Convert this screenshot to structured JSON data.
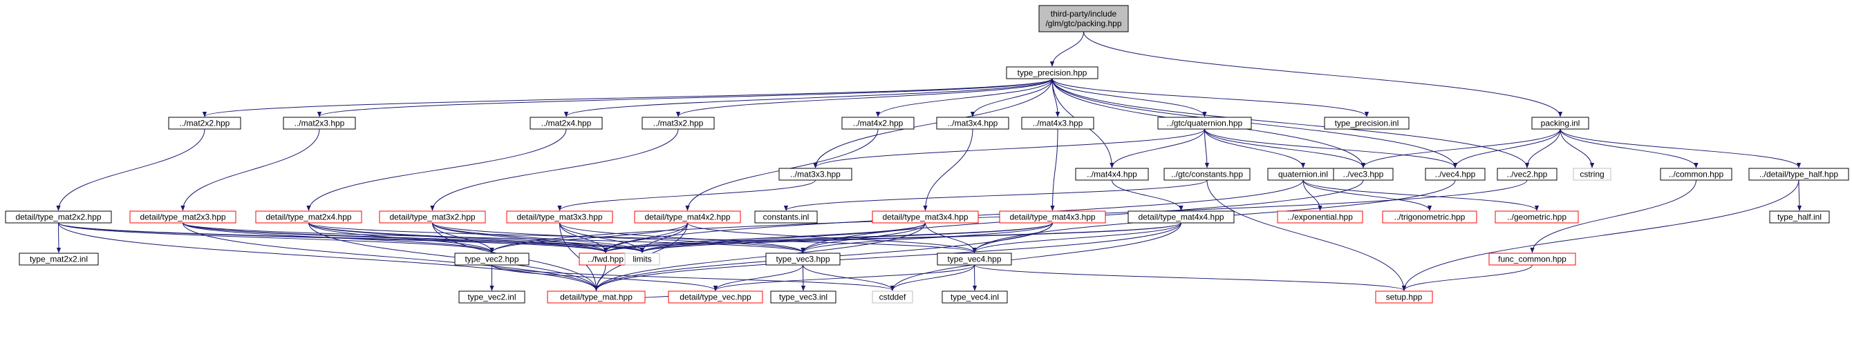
{
  "title": "third-party/include/glm/gtc/packing.hpp",
  "colors": {
    "edge": "#191970",
    "node_border": "#000000",
    "missing_border": "#ff0000",
    "system_border": "#bfbfbf",
    "root_fill": "#bfbfbf"
  },
  "nodes": [
    {
      "id": "root",
      "lines": [
        "third-party/include",
        "/glm/gtc/packing.hpp"
      ],
      "kind": "root"
    },
    {
      "id": "type_precision",
      "lines": [
        "type_precision.hpp"
      ],
      "kind": "normal"
    },
    {
      "id": "packing_inl",
      "lines": [
        "packing.inl"
      ],
      "kind": "normal"
    },
    {
      "id": "mat2x2",
      "lines": [
        "../mat2x2.hpp"
      ],
      "kind": "normal"
    },
    {
      "id": "mat2x3",
      "lines": [
        "../mat2x3.hpp"
      ],
      "kind": "normal"
    },
    {
      "id": "mat2x4",
      "lines": [
        "../mat2x4.hpp"
      ],
      "kind": "normal"
    },
    {
      "id": "mat3x2",
      "lines": [
        "../mat3x2.hpp"
      ],
      "kind": "normal"
    },
    {
      "id": "mat4x2",
      "lines": [
        "../mat4x2.hpp"
      ],
      "kind": "normal"
    },
    {
      "id": "mat3x4",
      "lines": [
        "../mat3x4.hpp"
      ],
      "kind": "normal"
    },
    {
      "id": "mat4x3",
      "lines": [
        "../mat4x3.hpp"
      ],
      "kind": "normal"
    },
    {
      "id": "quaternion",
      "lines": [
        "../gtc/quaternion.hpp"
      ],
      "kind": "normal"
    },
    {
      "id": "type_precision_inl",
      "lines": [
        "type_precision.inl"
      ],
      "kind": "normal"
    },
    {
      "id": "mat3x3",
      "lines": [
        "../mat3x3.hpp"
      ],
      "kind": "normal"
    },
    {
      "id": "mat4x4",
      "lines": [
        "../mat4x4.hpp"
      ],
      "kind": "normal"
    },
    {
      "id": "constants",
      "lines": [
        "../gtc/constants.hpp"
      ],
      "kind": "normal"
    },
    {
      "id": "quaternion_inl",
      "lines": [
        "quaternion.inl"
      ],
      "kind": "normal"
    },
    {
      "id": "vec3",
      "lines": [
        "../vec3.hpp"
      ],
      "kind": "normal"
    },
    {
      "id": "vec4",
      "lines": [
        "../vec4.hpp"
      ],
      "kind": "normal"
    },
    {
      "id": "vec2",
      "lines": [
        "../vec2.hpp"
      ],
      "kind": "normal"
    },
    {
      "id": "cstring",
      "lines": [
        "cstring"
      ],
      "kind": "system"
    },
    {
      "id": "common",
      "lines": [
        "../common.hpp"
      ],
      "kind": "normal"
    },
    {
      "id": "type_half",
      "lines": [
        "../detail/type_half.hpp"
      ],
      "kind": "normal"
    },
    {
      "id": "type_mat2x2",
      "lines": [
        "detail/type_mat2x2.hpp"
      ],
      "kind": "normal"
    },
    {
      "id": "type_mat2x3",
      "lines": [
        "detail/type_mat2x3.hpp"
      ],
      "kind": "missing"
    },
    {
      "id": "type_mat2x4",
      "lines": [
        "detail/type_mat2x4.hpp"
      ],
      "kind": "missing"
    },
    {
      "id": "type_mat3x2",
      "lines": [
        "detail/type_mat3x2.hpp"
      ],
      "kind": "missing"
    },
    {
      "id": "type_mat3x3",
      "lines": [
        "detail/type_mat3x3.hpp"
      ],
      "kind": "missing"
    },
    {
      "id": "type_mat4x2",
      "lines": [
        "detail/type_mat4x2.hpp"
      ],
      "kind": "missing"
    },
    {
      "id": "constants_inl",
      "lines": [
        "constants.inl"
      ],
      "kind": "normal"
    },
    {
      "id": "type_mat3x4",
      "lines": [
        "detail/type_mat3x4.hpp"
      ],
      "kind": "missing"
    },
    {
      "id": "type_mat4x3",
      "lines": [
        "detail/type_mat4x3.hpp"
      ],
      "kind": "missing"
    },
    {
      "id": "type_mat4x4",
      "lines": [
        "detail/type_mat4x4.hpp"
      ],
      "kind": "normal"
    },
    {
      "id": "exponential",
      "lines": [
        "../exponential.hpp"
      ],
      "kind": "missing"
    },
    {
      "id": "trigonometric",
      "lines": [
        "../trigonometric.hpp"
      ],
      "kind": "missing"
    },
    {
      "id": "geometric",
      "lines": [
        "../geometric.hpp"
      ],
      "kind": "missing"
    },
    {
      "id": "type_half_inl",
      "lines": [
        "type_half.inl"
      ],
      "kind": "normal"
    },
    {
      "id": "type_mat2x2_inl",
      "lines": [
        "type_mat2x2.inl"
      ],
      "kind": "normal"
    },
    {
      "id": "type_vec2",
      "lines": [
        "type_vec2.hpp"
      ],
      "kind": "normal"
    },
    {
      "id": "fwd",
      "lines": [
        "../fwd.hpp"
      ],
      "kind": "missing"
    },
    {
      "id": "limits",
      "lines": [
        "limits"
      ],
      "kind": "system"
    },
    {
      "id": "type_vec3",
      "lines": [
        "type_vec3.hpp"
      ],
      "kind": "normal"
    },
    {
      "id": "type_vec4",
      "lines": [
        "type_vec4.hpp"
      ],
      "kind": "normal"
    },
    {
      "id": "func_common",
      "lines": [
        "func_common.hpp"
      ],
      "kind": "missing"
    },
    {
      "id": "type_vec2_inl",
      "lines": [
        "type_vec2.inl"
      ],
      "kind": "normal"
    },
    {
      "id": "type_mat",
      "lines": [
        "detail/type_mat.hpp"
      ],
      "kind": "missing"
    },
    {
      "id": "type_vec",
      "lines": [
        "detail/type_vec.hpp"
      ],
      "kind": "missing"
    },
    {
      "id": "type_vec3_inl",
      "lines": [
        "type_vec3.inl"
      ],
      "kind": "normal"
    },
    {
      "id": "cstddef",
      "lines": [
        "cstddef"
      ],
      "kind": "system"
    },
    {
      "id": "type_vec4_inl",
      "lines": [
        "type_vec4.inl"
      ],
      "kind": "normal"
    },
    {
      "id": "setup",
      "lines": [
        "setup.hpp"
      ],
      "kind": "missing"
    }
  ],
  "edges": [
    [
      "root",
      "type_precision"
    ],
    [
      "root",
      "packing_inl"
    ],
    [
      "type_precision",
      "mat2x2"
    ],
    [
      "type_precision",
      "mat2x3"
    ],
    [
      "type_precision",
      "mat2x4"
    ],
    [
      "type_precision",
      "mat3x2"
    ],
    [
      "type_precision",
      "mat4x2"
    ],
    [
      "type_precision",
      "mat3x4"
    ],
    [
      "type_precision",
      "mat4x3"
    ],
    [
      "type_precision",
      "quaternion"
    ],
    [
      "type_precision",
      "type_precision_inl"
    ],
    [
      "type_precision",
      "mat3x3"
    ],
    [
      "type_precision",
      "mat4x4"
    ],
    [
      "type_precision",
      "vec3"
    ],
    [
      "type_precision",
      "vec4"
    ],
    [
      "type_precision",
      "vec2"
    ],
    [
      "packing_inl",
      "vec3"
    ],
    [
      "packing_inl",
      "vec4"
    ],
    [
      "packing_inl",
      "vec2"
    ],
    [
      "packing_inl",
      "cstring"
    ],
    [
      "packing_inl",
      "common"
    ],
    [
      "packing_inl",
      "type_half"
    ],
    [
      "mat2x2",
      "type_mat2x2"
    ],
    [
      "mat2x3",
      "type_mat2x3"
    ],
    [
      "mat2x4",
      "type_mat2x4"
    ],
    [
      "mat3x2",
      "type_mat3x2"
    ],
    [
      "mat4x2",
      "type_mat4x2"
    ],
    [
      "mat3x4",
      "type_mat3x4"
    ],
    [
      "mat4x3",
      "type_mat4x3"
    ],
    [
      "mat3x3",
      "type_mat3x3"
    ],
    [
      "mat4x4",
      "type_mat4x4"
    ],
    [
      "quaternion",
      "mat3x3"
    ],
    [
      "quaternion",
      "mat4x4"
    ],
    [
      "quaternion",
      "constants"
    ],
    [
      "quaternion",
      "quaternion_inl"
    ],
    [
      "quaternion",
      "vec3"
    ],
    [
      "quaternion",
      "vec4"
    ],
    [
      "constants",
      "constants_inl"
    ],
    [
      "constants",
      "setup"
    ],
    [
      "quaternion_inl",
      "exponential"
    ],
    [
      "quaternion_inl",
      "trigonometric"
    ],
    [
      "quaternion_inl",
      "geometric"
    ],
    [
      "quaternion_inl",
      "fwd"
    ],
    [
      "vec3",
      "type_vec3"
    ],
    [
      "vec4",
      "type_vec4"
    ],
    [
      "vec2",
      "type_vec2"
    ],
    [
      "common",
      "func_common"
    ],
    [
      "func_common",
      "setup"
    ],
    [
      "type_half",
      "type_half_inl"
    ],
    [
      "type_half",
      "setup"
    ],
    [
      "type_mat2x2",
      "type_mat2x2_inl"
    ],
    [
      "type_mat2x2",
      "type_vec2"
    ],
    [
      "type_mat2x2",
      "fwd"
    ],
    [
      "type_mat2x2",
      "limits"
    ],
    [
      "type_mat2x2",
      "type_mat"
    ],
    [
      "type_mat2x3",
      "type_vec2"
    ],
    [
      "type_mat2x3",
      "type_vec3"
    ],
    [
      "type_mat2x3",
      "fwd"
    ],
    [
      "type_mat2x3",
      "limits"
    ],
    [
      "type_mat2x3",
      "type_mat"
    ],
    [
      "type_mat2x4",
      "type_vec2"
    ],
    [
      "type_mat2x4",
      "type_vec4"
    ],
    [
      "type_mat2x4",
      "fwd"
    ],
    [
      "type_mat2x4",
      "limits"
    ],
    [
      "type_mat2x4",
      "type_mat"
    ],
    [
      "type_mat3x2",
      "type_vec2"
    ],
    [
      "type_mat3x2",
      "type_vec3"
    ],
    [
      "type_mat3x2",
      "fwd"
    ],
    [
      "type_mat3x2",
      "limits"
    ],
    [
      "type_mat3x2",
      "type_mat"
    ],
    [
      "type_mat3x3",
      "type_vec3"
    ],
    [
      "type_mat3x3",
      "fwd"
    ],
    [
      "type_mat3x3",
      "limits"
    ],
    [
      "type_mat3x3",
      "type_mat"
    ],
    [
      "type_mat4x2",
      "type_vec2"
    ],
    [
      "type_mat4x2",
      "type_vec4"
    ],
    [
      "type_mat4x2",
      "fwd"
    ],
    [
      "type_mat4x2",
      "limits"
    ],
    [
      "type_mat4x2",
      "type_mat"
    ],
    [
      "type_mat3x4",
      "type_vec3"
    ],
    [
      "type_mat3x4",
      "type_vec4"
    ],
    [
      "type_mat3x4",
      "fwd"
    ],
    [
      "type_mat3x4",
      "limits"
    ],
    [
      "type_mat3x4",
      "type_mat"
    ],
    [
      "type_mat4x3",
      "type_vec3"
    ],
    [
      "type_mat4x3",
      "type_vec4"
    ],
    [
      "type_mat4x3",
      "fwd"
    ],
    [
      "type_mat4x3",
      "limits"
    ],
    [
      "type_mat4x3",
      "type_mat"
    ],
    [
      "type_mat4x4",
      "type_vec4"
    ],
    [
      "type_mat4x4",
      "fwd"
    ],
    [
      "type_mat4x4",
      "limits"
    ],
    [
      "type_mat4x4",
      "type_mat"
    ],
    [
      "type_mat4x4",
      "cstddef"
    ],
    [
      "type_vec2",
      "type_vec2_inl"
    ],
    [
      "type_vec2",
      "type_vec"
    ],
    [
      "type_vec2",
      "cstddef"
    ],
    [
      "type_vec3",
      "type_vec3_inl"
    ],
    [
      "type_vec3",
      "type_vec"
    ],
    [
      "type_vec3",
      "cstddef"
    ],
    [
      "type_vec4",
      "type_vec4_inl"
    ],
    [
      "type_vec4",
      "type_vec"
    ],
    [
      "type_vec4",
      "cstddef"
    ],
    [
      "type_vec4",
      "setup"
    ],
    [
      "fwd",
      "type_mat"
    ],
    [
      "type_mat",
      "type_vec"
    ]
  ]
}
